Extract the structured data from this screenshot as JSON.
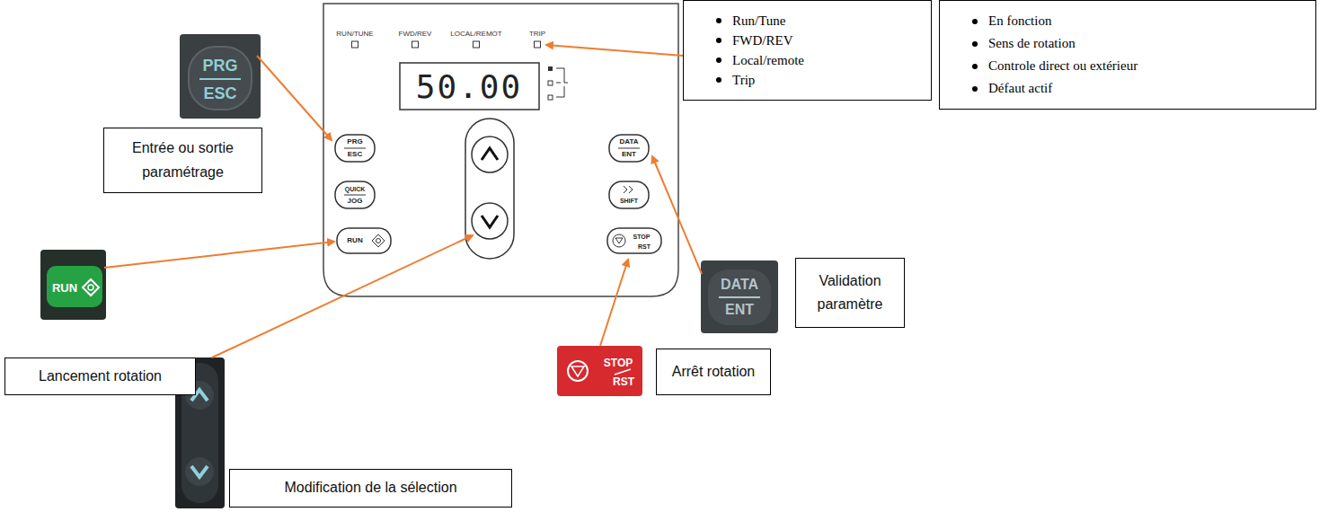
{
  "diagram": {
    "nodes": [
      {
        "text": [
          "Run/Tune",
          "FWD/REV",
          "Local/remote",
          "Trip"
        ]
      },
      {
        "text": [
          "En fonction",
          "Sens de rotation",
          "Controle direct ou extérieur",
          "Défaut actif"
        ]
      },
      {
        "text": [
          "Entrée ou sortie paramétrage"
        ]
      },
      {
        "text": [
          "Validation paramètre"
        ]
      },
      {
        "text": [
          "Lancement rotation"
        ]
      },
      {
        "text": [
          "Arrêt rotation"
        ]
      },
      {
        "text": [
          "Modification de la sélection"
        ]
      }
    ],
    "labels": [
      "RUN/TUNE",
      "FWD/REV",
      "LOCAL/REMOT",
      "TRIP",
      "50.00",
      "PRG",
      "ESC",
      "PRG",
      "ESC",
      "QUICK",
      "JOG",
      "RUN",
      "DATA",
      "ENT",
      "SHIFT",
      "STOP",
      "RST",
      "RUN",
      "STOP",
      "RST",
      "DATA",
      "ENT"
    ]
  }
}
